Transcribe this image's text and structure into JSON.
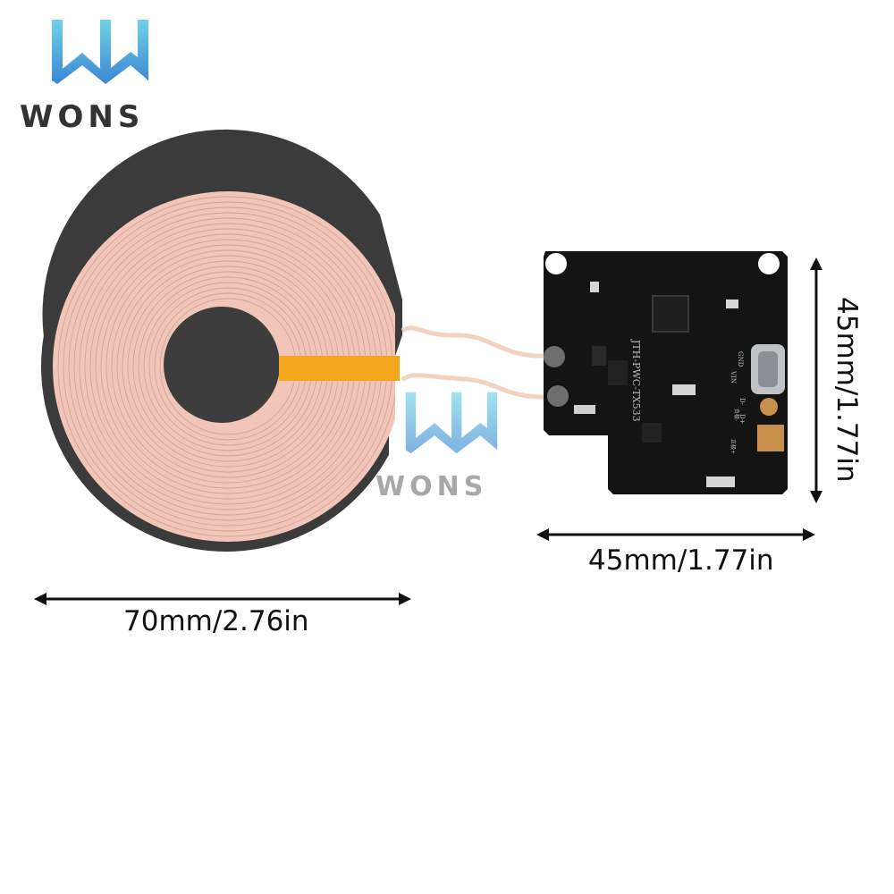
{
  "brand": {
    "name": "WONS",
    "watermark": "WONS",
    "colors": {
      "top": "#5ec8e0",
      "bottom": "#3a7fd0",
      "text": "#333333"
    }
  },
  "pcb": {
    "model": "JTH-PWC-TX533",
    "pins": {
      "gnd": "GND",
      "vin": "VIN",
      "dminus": "D-",
      "dplus": "D+"
    },
    "pad_labels": {
      "neg": "负极-",
      "pos": "正极+"
    }
  },
  "dimensions": {
    "coil_width": "70mm/2.76in",
    "board_width": "45mm/1.77in",
    "board_height": "45mm/1.77in"
  },
  "colors": {
    "coil_wire": "#f1c6b8",
    "ferrite": "#3b3b3b",
    "tape": "#f3a71c",
    "board": "#141414"
  }
}
